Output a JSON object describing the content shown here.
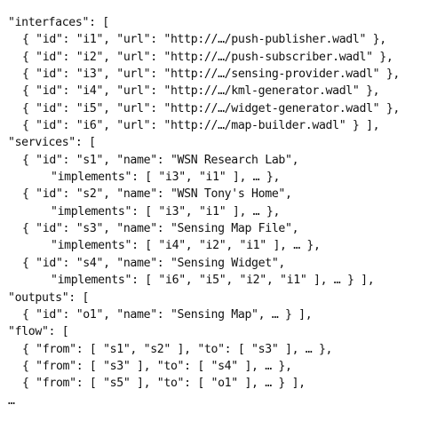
{
  "document": {
    "lines": [
      {
        "indent": 0,
        "text": "\"interfaces\": ["
      },
      {
        "indent": 1,
        "text": "{ \"id\": \"i1\", \"url\": \"http://…/push-publisher.wadl\" },"
      },
      {
        "indent": 1,
        "text": "{ \"id\": \"i2\", \"url\": \"http://…/push-subscriber.wadl\" },"
      },
      {
        "indent": 1,
        "text": "{ \"id\": \"i3\", \"url\": \"http://…/sensing-provider.wadl\" },"
      },
      {
        "indent": 1,
        "text": "{ \"id\": \"i4\", \"url\": \"http://…/kml-generator.wadl\" },"
      },
      {
        "indent": 1,
        "text": "{ \"id\": \"i5\", \"url\": \"http://…/widget-generator.wadl\" },"
      },
      {
        "indent": 1,
        "text": "{ \"id\": \"i6\", \"url\": \"http://…/map-builder.wadl\" } ],"
      },
      {
        "indent": 0,
        "text": "\"services\": ["
      },
      {
        "indent": 1,
        "text": "{ \"id\": \"s1\", \"name\": \"WSN Research Lab\","
      },
      {
        "indent": 2,
        "text": "\"implements\": [ \"i3\", \"i1\" ], … },"
      },
      {
        "indent": 1,
        "text": "{ \"id\": \"s2\", \"name\": \"WSN Tony's Home\","
      },
      {
        "indent": 2,
        "text": "\"implements\": [ \"i3\", \"i1\" ], … },"
      },
      {
        "indent": 1,
        "text": "{ \"id\": \"s3\", \"name\": \"Sensing Map File\","
      },
      {
        "indent": 2,
        "text": "\"implements\": [ \"i4\", \"i2\", \"i1\" ], … },"
      },
      {
        "indent": 1,
        "text": "{ \"id\": \"s4\", \"name\": \"Sensing Widget\","
      },
      {
        "indent": 2,
        "text": "\"implements\": [ \"i6\", \"i5\", \"i2\", \"i1\" ], … } ],"
      },
      {
        "indent": 0,
        "text": "\"outputs\": ["
      },
      {
        "indent": 1,
        "text": "{ \"id\": \"o1\", \"name\": \"Sensing Map\", … } ],"
      },
      {
        "indent": 0,
        "text": "\"flow\": ["
      },
      {
        "indent": 1,
        "text": "{ \"from\": [ \"s1\", \"s2\" ], \"to\": [ \"s3\" ], … },"
      },
      {
        "indent": 1,
        "text": "{ \"from\": [ \"s3\" ], \"to\": [ \"s4\" ], … },"
      },
      {
        "indent": 1,
        "text": "{ \"from\": [ \"s5\" ], \"to\": [ \"o1\" ], … } ],"
      },
      {
        "indent": 0,
        "text": "…"
      }
    ]
  }
}
